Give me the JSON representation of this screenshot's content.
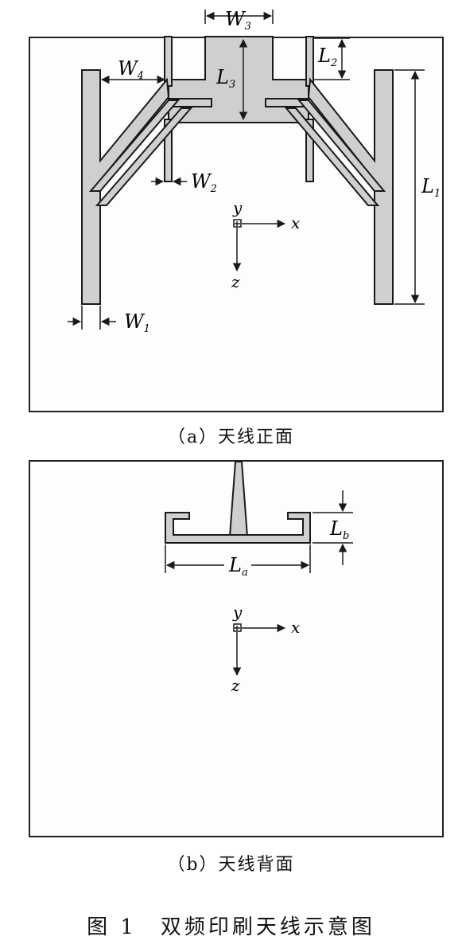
{
  "panel_a": {
    "caption": "（a）天线正面",
    "dimensions": {
      "W3": {
        "main": "W",
        "sub": "3"
      },
      "L2": {
        "main": "L",
        "sub": "2"
      },
      "W4": {
        "main": "W",
        "sub": "4"
      },
      "L3": {
        "main": "L",
        "sub": "3"
      },
      "L1": {
        "main": "L",
        "sub": "1"
      },
      "W2": {
        "main": "W",
        "sub": "2"
      },
      "W1": {
        "main": "W",
        "sub": "1"
      }
    },
    "axes": {
      "y": "y",
      "x": "x",
      "z": "z"
    }
  },
  "panel_b": {
    "caption": "（b）天线背面",
    "dimensions": {
      "Lb": {
        "main": "L",
        "sub": "b"
      },
      "La": {
        "main": "L",
        "sub": "a"
      }
    },
    "axes": {
      "y": "y",
      "x": "x",
      "z": "z"
    }
  },
  "figure_title": "图 1　双频印刷天线示意图",
  "colors": {
    "metal_fill": "#cfcfcf",
    "stroke": "#1a1a1a",
    "background": "#ffffff"
  }
}
